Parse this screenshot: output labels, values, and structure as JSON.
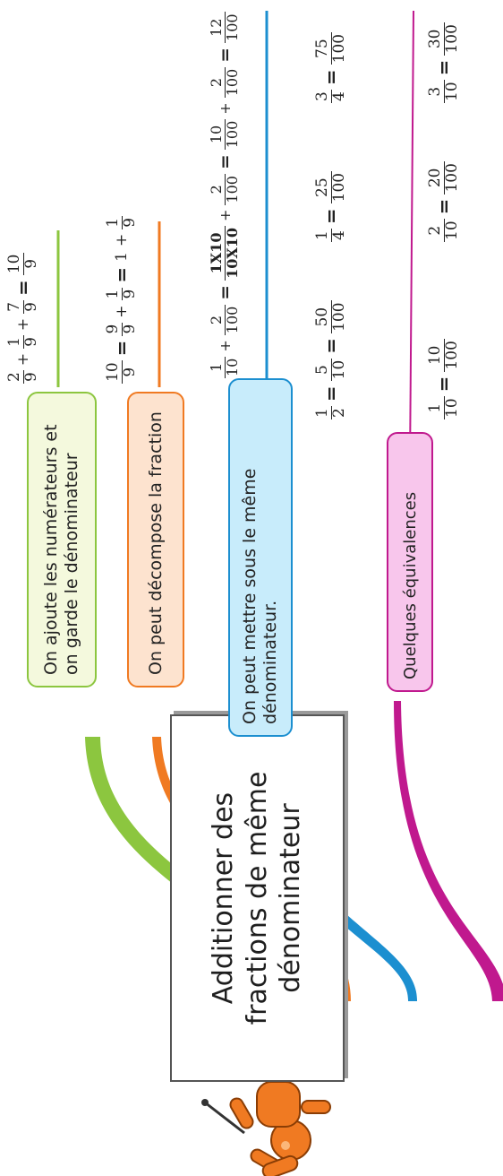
{
  "root": {
    "title": "Additionner des fractions de même dénominateur"
  },
  "branches": [
    {
      "id": "ajoute",
      "label": "On ajoute les numérateurs et on garde le dénominateur",
      "color": "#8cc63f",
      "fill": "#f4f9dd",
      "formula": [
        {
          "f": [
            "2",
            "9"
          ]
        },
        {
          "o": "+"
        },
        {
          "f": [
            "1",
            "9"
          ]
        },
        {
          "o": "+"
        },
        {
          "f": [
            "7",
            "9"
          ]
        },
        {
          "o": "="
        },
        {
          "f": [
            "10",
            "9"
          ]
        }
      ]
    },
    {
      "id": "decompose",
      "label": "On peut décompose la fraction",
      "color": "#f07a22",
      "fill": "#fde3cf",
      "formula": [
        {
          "f": [
            "10",
            "9"
          ]
        },
        {
          "o": "="
        },
        {
          "f": [
            "9",
            "9"
          ]
        },
        {
          "o": "+"
        },
        {
          "f": [
            "1",
            "9"
          ]
        },
        {
          "o": "="
        },
        {
          "t": "1"
        },
        {
          "o": "+"
        },
        {
          "f": [
            "1",
            "9"
          ]
        }
      ]
    },
    {
      "id": "meme",
      "label": "On peut mettre sous le même dénominateur.",
      "color": "#1c8fd0",
      "fill": "#c8ecfb",
      "formula": [
        {
          "f": [
            "1",
            "10"
          ]
        },
        {
          "o": "+"
        },
        {
          "f": [
            "2",
            "100"
          ]
        },
        {
          "o": "="
        },
        {
          "f": [
            "1X10",
            "10X10"
          ],
          "b": true
        },
        {
          "o": "+"
        },
        {
          "f": [
            "2",
            "100"
          ]
        },
        {
          "o": "="
        },
        {
          "f": [
            "10",
            "100"
          ]
        },
        {
          "o": "+"
        },
        {
          "f": [
            "2",
            "100"
          ]
        },
        {
          "o": "="
        },
        {
          "f": [
            "12",
            "100"
          ]
        }
      ]
    },
    {
      "id": "equiv",
      "label": "Quelques équivalences",
      "color": "#c0198e",
      "fill": "#f8c6ec",
      "rows": [
        [
          [
            {
              "f": [
                "1",
                "2"
              ]
            },
            {
              "o": "="
            },
            {
              "f": [
                "5",
                "10"
              ]
            },
            {
              "o": "="
            },
            {
              "f": [
                "50",
                "100"
              ]
            }
          ],
          [
            {
              "f": [
                "1",
                "4"
              ]
            },
            {
              "o": "="
            },
            {
              "f": [
                "25",
                "100"
              ]
            }
          ],
          [
            {
              "f": [
                "3",
                "4"
              ]
            },
            {
              "o": "="
            },
            {
              "f": [
                "75",
                "100"
              ]
            }
          ]
        ],
        [
          [
            {
              "f": [
                "1",
                "10"
              ]
            },
            {
              "o": "="
            },
            {
              "f": [
                "10",
                "100"
              ]
            }
          ],
          [
            {
              "f": [
                "2",
                "10"
              ]
            },
            {
              "o": "="
            },
            {
              "f": [
                "20",
                "100"
              ]
            }
          ],
          [
            {
              "f": [
                "3",
                "10"
              ]
            },
            {
              "o": "="
            },
            {
              "f": [
                "30",
                "100"
              ]
            }
          ]
        ]
      ]
    }
  ]
}
